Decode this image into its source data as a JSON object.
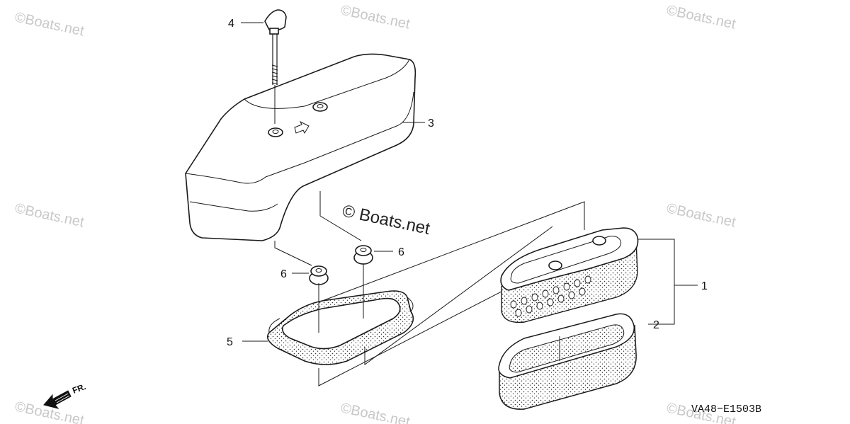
{
  "watermark": {
    "text": "©Boats.net",
    "center_text": "© Boats.net"
  },
  "callouts": {
    "c1": "1",
    "c2": "2",
    "c3": "3",
    "c4": "4",
    "c5": "5",
    "c6a": "6",
    "c6b": "6"
  },
  "diagram_code": "VA48−E1503B",
  "direction_label": "FR."
}
